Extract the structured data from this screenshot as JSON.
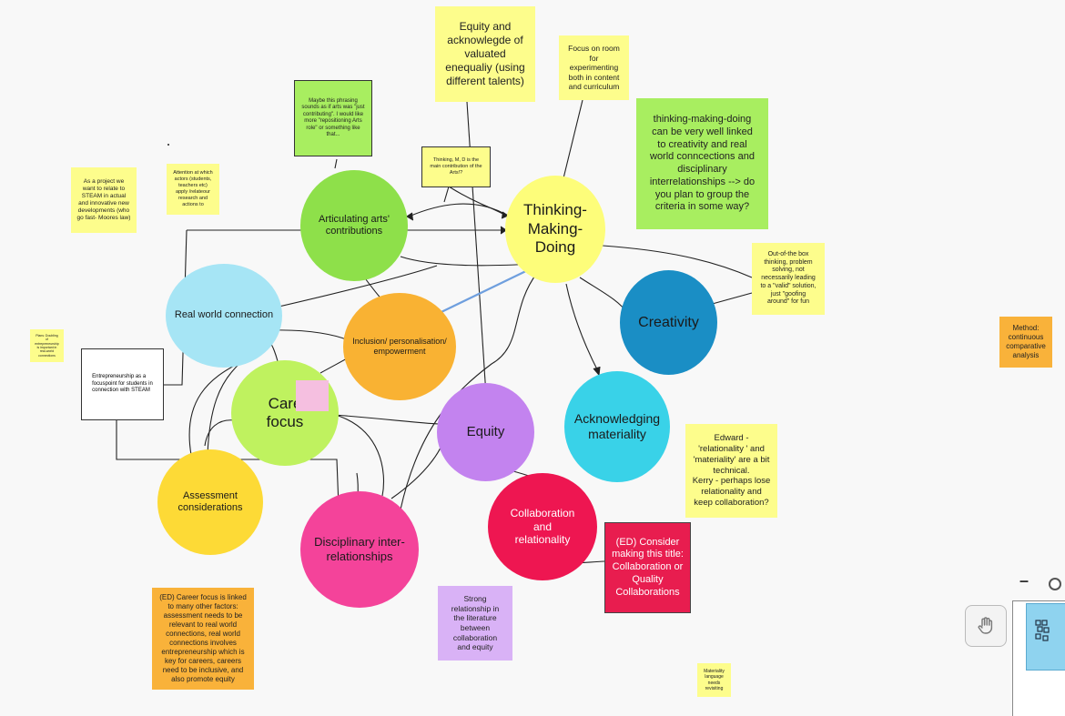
{
  "colors": {
    "canvas": "#f8f8f8",
    "green": "#8ee04a",
    "sky": "#a6e5f5",
    "orange": "#f9b233",
    "yellow_circle": "#fdfd7a",
    "blue": "#1a8ec5",
    "violet": "#c383ef",
    "cyan": "#39d2e8",
    "pink": "#f4439a",
    "crimson": "#ee1651",
    "gold": "#fdda36",
    "lime": "#bff25f",
    "sticky_yellow": "#fdfd8c",
    "sticky_green": "#a8ee60",
    "sticky_orange": "#f9b23a",
    "sticky_lilac": "#d9b2f6",
    "sticky_red": "#e81d4f",
    "sticky_pink": "#f5bfe0",
    "connector": "#222222",
    "highlight_line": "#6f9fde"
  },
  "circles": {
    "thinking": "Thinking-\nMaking-\nDoing",
    "articulating": "Articulating arts'\ncontributions",
    "real_world": "Real world connection",
    "inclusion": "Inclusion/ personalisation/\nempowerment",
    "creativity": "Creativity",
    "career": "Care\nfocus",
    "equity": "Equity",
    "acknowledging": "Acknowledging\nmateriality",
    "assessment": "Assessment\nconsiderations",
    "disciplinary": "Disciplinary inter-\nrelationships",
    "collaboration": "Collaboration\nand\nrelationality"
  },
  "notes": {
    "equity_ack": "Equity and\nacknowlegde of\nvaluated\nenequaliy (using\ndifferent talents)",
    "focus_room": "Focus on room\nfor\nexperimenting\nboth in content\nand curriculum",
    "tmd_linked": "thinking-making-doing\ncan be very well linked\nto creativity and real\nworld conncections and\ndisciplinary\ninterrelationships --> do\nyou plan to group the\ncriteria in some way?",
    "phrasing": "Maybe this phrasing\nsounds as if arts was \"just\ncontributing\". I would like\nmore \"repositioning Arts\nrole\" or something like\nthat...",
    "thinking_md": "Thinking, M, D is the\nmain contribution of the\nArts!?",
    "project_steam": "As a project we\nwant to relate to\nSTEAM in actual\nand innovative new\ndevelopments (who\ngo fast- Moores law)",
    "attention": "Attention at which\nactors (students,\nteachers etc)\napply /relateour\nresearch and\nactions to",
    "out_of_box": "Out-of-the box\nthinking, problem\nsolving, not\nnecessarily leading\nto a \"valid\" solution,\njust \"goofing\naround\" for fun",
    "method": "Method:\ncontinuous\ncomparative\nanalysis",
    "plans": "Plans: Doubling\nof\nentrepreneurship\nis important in\nreal-world\nconnections",
    "edward": "Edward -\n'relationality ' and\n'materiality' are a bit\ntechnical.\nKerry - perhaps lose\nrelationality and\nkeep collaboration?",
    "career_linked": "(ED) Career focus is linked\nto many other factors:\nassessment needs to be\nrelevant to real world\nconnections, real world\nconnections involves\nentrepreneurship which is\nkey for careers, careers\nneed to be inclusive, and\nalso promote equity",
    "strong_relationship": "Strong\nrelationship in\nthe literature\nbetween\ncollaboration\nand equity",
    "consider_title": "(ED) Consider\nmaking this title:\nCollaboration or\nQuality\nCollaborations",
    "materiality_lang": "Materiality\nlanguage\nneeds\nrevisiting"
  },
  "boxes": {
    "entrepreneurship": "Entrepreneurship as a\nfocuspoint for students in\nconnection with STEAM"
  },
  "toolbar": {
    "zoom_out_glyph": "–",
    "hand_tool": "hand-icon",
    "minimap": "minimap-icon"
  }
}
